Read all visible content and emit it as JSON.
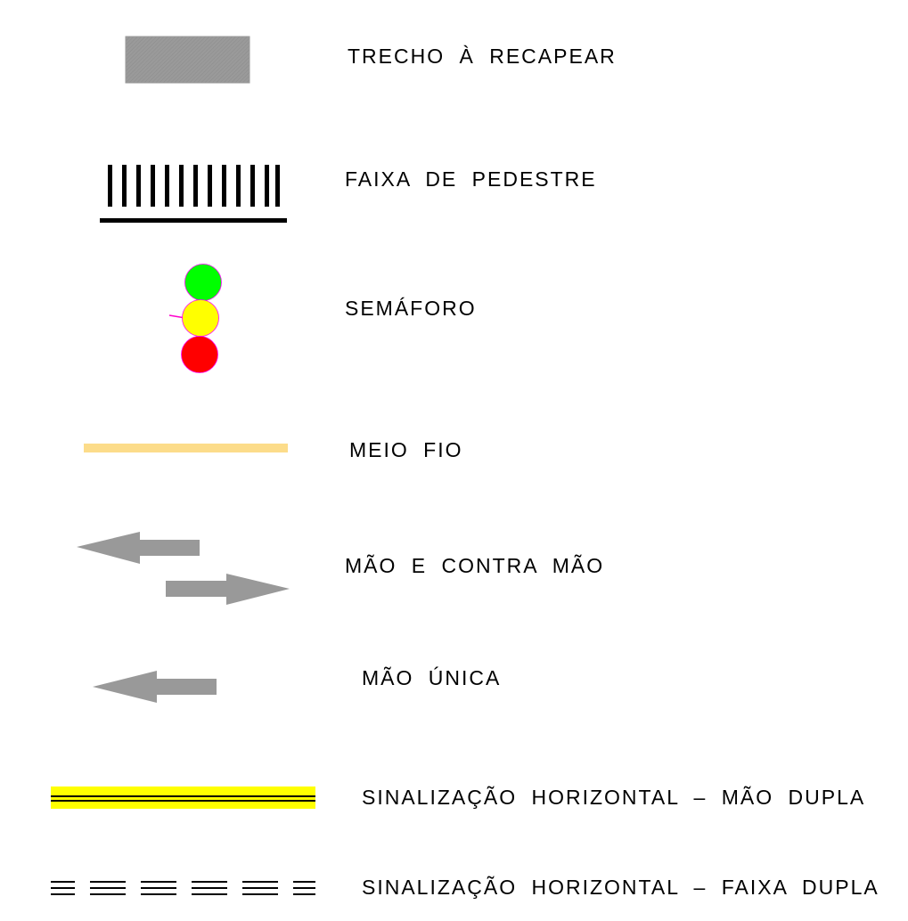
{
  "legend": {
    "items": [
      {
        "symbol": "gray-hatched-rectangle",
        "label": "TRECHO À RECAPEAR"
      },
      {
        "symbol": "zebra-crossing",
        "label": "FAIXA DE PEDESTRE"
      },
      {
        "symbol": "traffic-light",
        "label": "SEMÁFORO"
      },
      {
        "symbol": "curb-line",
        "label": "MEIO FIO"
      },
      {
        "symbol": "two-way-arrows",
        "label": "MÃO E CONTRA MÃO"
      },
      {
        "symbol": "one-way-arrow",
        "label": "MÃO ÚNICA"
      },
      {
        "symbol": "yellow-double-line",
        "label": "SINALIZAÇÃO HORIZONTAL – MÃO DUPLA"
      },
      {
        "symbol": "dashed-triple-lines",
        "label": "SINALIZAÇÃO HORIZONTAL – FAIXA DUPLA"
      }
    ]
  },
  "colors": {
    "recapear": "#9a9a9a",
    "arrow": "#999999",
    "meio_fio": "#fcdc8a",
    "semaforo_green": "#00ff00",
    "semaforo_yellow": "#ffff00",
    "semaforo_red": "#ff0000",
    "semaforo_stem": "#ff00cc",
    "sinalizacao_yellow": "#ffff00"
  }
}
